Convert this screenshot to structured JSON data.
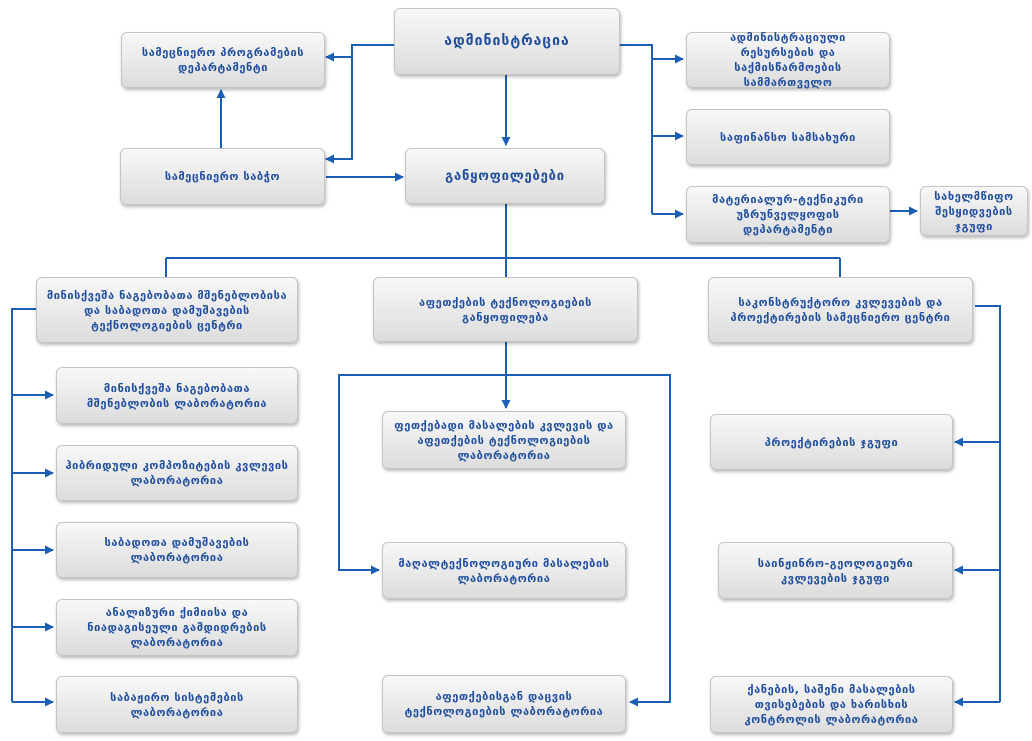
{
  "administration": "ადმინისტრაცია",
  "departments": "განყოფილებები",
  "scientific_council": "სამეცნიერო საბჭო",
  "scientific_programs_dept": "სამეცნიერო პროგრამების დეპარტამენტი",
  "admin_resources": "ადმინისტრაციული რესურსების და საქმისწარმოების სამმართველო",
  "finance_service": "საფინანსო სამსახური",
  "mtd_dept": "მატერიალურ-ტექნიკური უზრუნველყოფის დეპარტამენტი",
  "state_procurement_group": "სახელმწიფო შესყიდვების ჯგუფი",
  "left_center": {
    "title": "მინისქვეშა ნაგებობათა მშენებლობისა და საბადოთა დამუშავების ტექნოლოგიების ცენტრი",
    "labs": [
      "მინისქვეშა ნაგებობათა მშენებლობის ლაბორატორია",
      "ჰიბრიდული კომპოზიტების კვლევის ლაბორატორია",
      "საბადოთა დამუშავების ლაბორატორია",
      "ანალიზური ქიმიისა და ნიადაგისეული გამდიდრების ლაბორატორია",
      "საბაჟირო სისტემების ლაბორატორია"
    ]
  },
  "middle_dept": {
    "title": "აფეთქების ტექნოლოგიების განყოფილება",
    "labs": [
      "ფეთქებადი მასალების კვლევის და აფეთქების ტექნოლოგიების ლაბორატორია",
      "მაღალტექნოლოგიური მასალების ლაბორატორია",
      "აფეთქებისგან დაცვის ტექნოლოგიების ლაბორატორია"
    ]
  },
  "right_center": {
    "title": "საკონსტრუქტორო კვლევების და პროექტირების სამეცნიერო ცენტრი",
    "labs": [
      "პროექტირების ჯგუფი",
      "საინჟინრო-გეოლოგიური კვლევების ჯგუფი",
      "ქანების, საშენი მასალების თვისებების და ხარისხის კონტროლის ლაბორატორია"
    ]
  },
  "colors": {
    "connector": "#1a5fb4",
    "text": "#1f4e9e",
    "box_top": "#f8f8f8",
    "box_bottom": "#dcdcdc"
  }
}
